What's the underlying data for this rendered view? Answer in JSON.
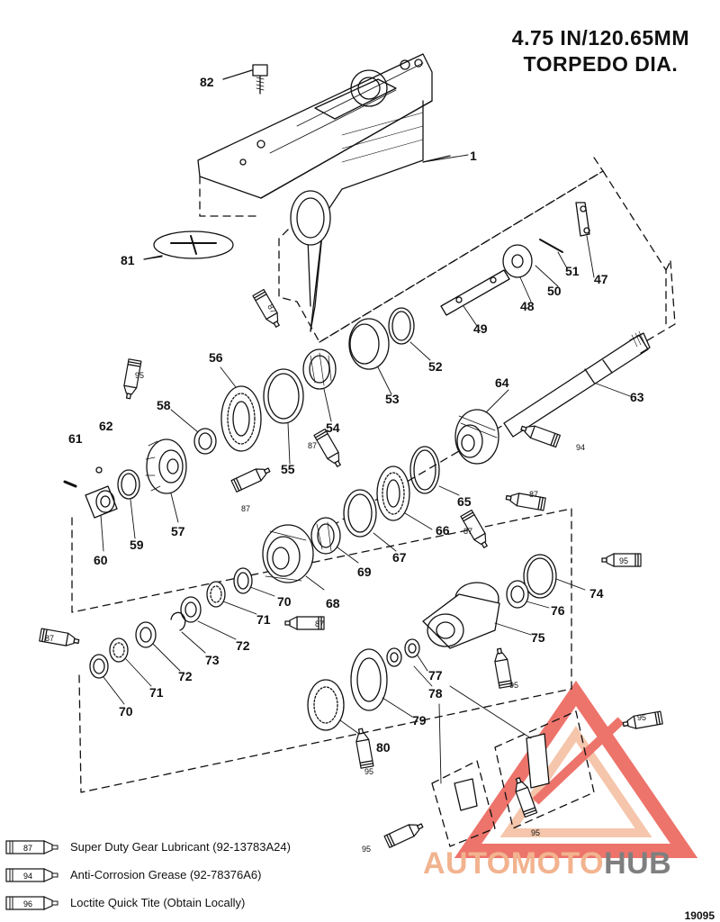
{
  "title": {
    "line1": "4.75 IN/120.65MM",
    "line2": "TORPEDO DIA."
  },
  "callouts": [
    "1",
    "47",
    "48",
    "49",
    "50",
    "51",
    "52",
    "53",
    "54",
    "55",
    "56",
    "57",
    "58",
    "59",
    "60",
    "61",
    "62",
    "63",
    "64",
    "65",
    "66",
    "67",
    "68",
    "69",
    "70",
    "71",
    "72",
    "73",
    "74",
    "75",
    "76",
    "77",
    "78",
    "79",
    "80",
    "81",
    "82"
  ],
  "lubricant_tubes": [
    "87",
    "94",
    "95",
    "96"
  ],
  "legend": [
    {
      "code": "87",
      "text": "Super Duty Gear Lubricant (92-13783A24)"
    },
    {
      "code": "94",
      "text": "Anti-Corrosion Grease (92-78376A6)"
    },
    {
      "code": "96",
      "text": "Loctite Quick Tite (Obtain Locally)"
    }
  ],
  "figure_number": "19095",
  "watermark": {
    "part1": "AUTOMOTO",
    "part2": "HUB"
  },
  "colors": {
    "watermark_light": "#f2b38f",
    "watermark_dark": "#7f7f7f",
    "watermark_triangle": "#e8463a",
    "line": "#111111"
  }
}
